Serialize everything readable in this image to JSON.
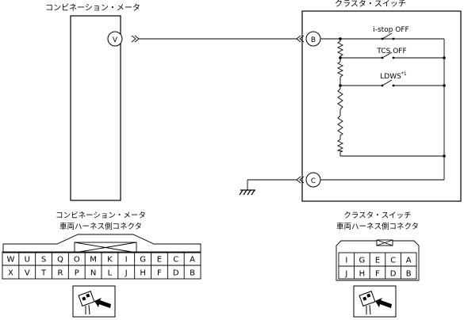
{
  "combination_meter": {
    "title": "コンビネーション・メータ",
    "terminal_v": "V"
  },
  "cluster_switch": {
    "title": "クラスタ・スイッチ",
    "terminal_b": "B",
    "terminal_c": "C",
    "switches": [
      {
        "label": "i-stop OFF"
      },
      {
        "label": "TCS OFF"
      },
      {
        "label": "LDWS*1"
      }
    ]
  },
  "meter_connector": {
    "title_line1": "コンビネーション・メータ",
    "title_line2": "車両ハーネス側コネクタ",
    "row1": [
      "W",
      "U",
      "S",
      "Q",
      "O",
      "M",
      "K",
      "I",
      "G",
      "E",
      "C",
      "A"
    ],
    "row2": [
      "X",
      "V",
      "T",
      "R",
      "P",
      "N",
      "L",
      "J",
      "H",
      "F",
      "D",
      "B"
    ]
  },
  "switch_connector": {
    "title_line1": "クラスタ・スイッチ",
    "title_line2": "車両ハーネス側コネクタ",
    "row1": [
      "I",
      "G",
      "E",
      "C",
      "A"
    ],
    "row2": [
      "J",
      "H",
      "F",
      "D",
      "B"
    ]
  },
  "icons": {
    "meter_connector_icon": "connector-arrow-icon",
    "switch_connector_icon": "connector-arrow-icon"
  }
}
